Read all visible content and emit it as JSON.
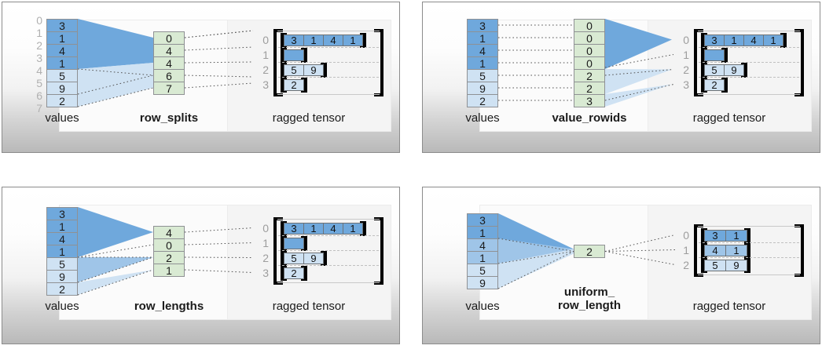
{
  "colors": {
    "blue_dark": "#6fa8dc",
    "blue_mid": "#9fc5e8",
    "blue_light": "#cfe2f3",
    "green": "#d9ead3",
    "cell_border": "#8f9194",
    "index_gray": "#b0b0b0",
    "panel_border": "#8c8c8c",
    "bracket": "#000000"
  },
  "panels": [
    {
      "id": "row_splits",
      "values_label": "values",
      "field_label": "row_splits",
      "tensor_label": "ragged tensor",
      "values": [
        3,
        1,
        4,
        1,
        5,
        9,
        2
      ],
      "values_shades": [
        "blue_dark",
        "blue_dark",
        "blue_dark",
        "blue_dark",
        "blue_light",
        "blue_light",
        "blue_light"
      ],
      "values_indices": [
        0,
        1,
        2,
        3,
        4,
        5,
        6,
        7
      ],
      "show_value_indices": true,
      "field_values": [
        0,
        4,
        4,
        6,
        7
      ],
      "tensor_row_indices": [
        0,
        1,
        2,
        3
      ],
      "tensor_rows": [
        [
          3,
          1,
          4,
          1
        ],
        [],
        [
          5,
          9
        ],
        [
          2
        ]
      ],
      "tensor_row_shades": [
        "blue_dark",
        "blue_dark",
        "blue_light",
        "blue_light"
      ]
    },
    {
      "id": "value_rowids",
      "values_label": "values",
      "field_label": "value_rowids",
      "tensor_label": "ragged tensor",
      "values": [
        3,
        1,
        4,
        1,
        5,
        9,
        2
      ],
      "values_shades": [
        "blue_dark",
        "blue_dark",
        "blue_dark",
        "blue_dark",
        "blue_light",
        "blue_light",
        "blue_light"
      ],
      "values_indices": [],
      "show_value_indices": false,
      "field_values": [
        0,
        0,
        0,
        0,
        2,
        2,
        3
      ],
      "tensor_row_indices": [
        0,
        1,
        2,
        3
      ],
      "tensor_rows": [
        [
          3,
          1,
          4,
          1
        ],
        [],
        [
          5,
          9
        ],
        [
          2
        ]
      ],
      "tensor_row_shades": [
        "blue_dark",
        "blue_dark",
        "blue_light",
        "blue_light"
      ]
    },
    {
      "id": "row_lengths",
      "values_label": "values",
      "field_label": "row_lengths",
      "tensor_label": "ragged tensor",
      "values": [
        3,
        1,
        4,
        1,
        5,
        9,
        2
      ],
      "values_shades": [
        "blue_dark",
        "blue_dark",
        "blue_dark",
        "blue_dark",
        "blue_light",
        "blue_light",
        "blue_light"
      ],
      "values_indices": [],
      "show_value_indices": false,
      "field_values": [
        4,
        0,
        2,
        1
      ],
      "tensor_row_indices": [
        0,
        1,
        2,
        3
      ],
      "tensor_rows": [
        [
          3,
          1,
          4,
          1
        ],
        [],
        [
          5,
          9
        ],
        [
          2
        ]
      ],
      "tensor_row_shades": [
        "blue_dark",
        "blue_dark",
        "blue_light",
        "blue_light"
      ]
    },
    {
      "id": "uniform_row_length",
      "values_label": "values",
      "field_label": "uniform_\nrow_length",
      "tensor_label": "ragged tensor",
      "values": [
        3,
        1,
        4,
        1,
        5,
        9
      ],
      "values_shades": [
        "blue_dark",
        "blue_dark",
        "blue_mid",
        "blue_mid",
        "blue_light",
        "blue_light"
      ],
      "values_indices": [],
      "show_value_indices": false,
      "field_values": [
        2
      ],
      "tensor_row_indices": [
        0,
        1,
        2
      ],
      "tensor_rows": [
        [
          3,
          1
        ],
        [
          4,
          1
        ],
        [
          5,
          9
        ]
      ],
      "tensor_row_shades": [
        "blue_dark",
        "blue_mid",
        "blue_light"
      ]
    }
  ]
}
